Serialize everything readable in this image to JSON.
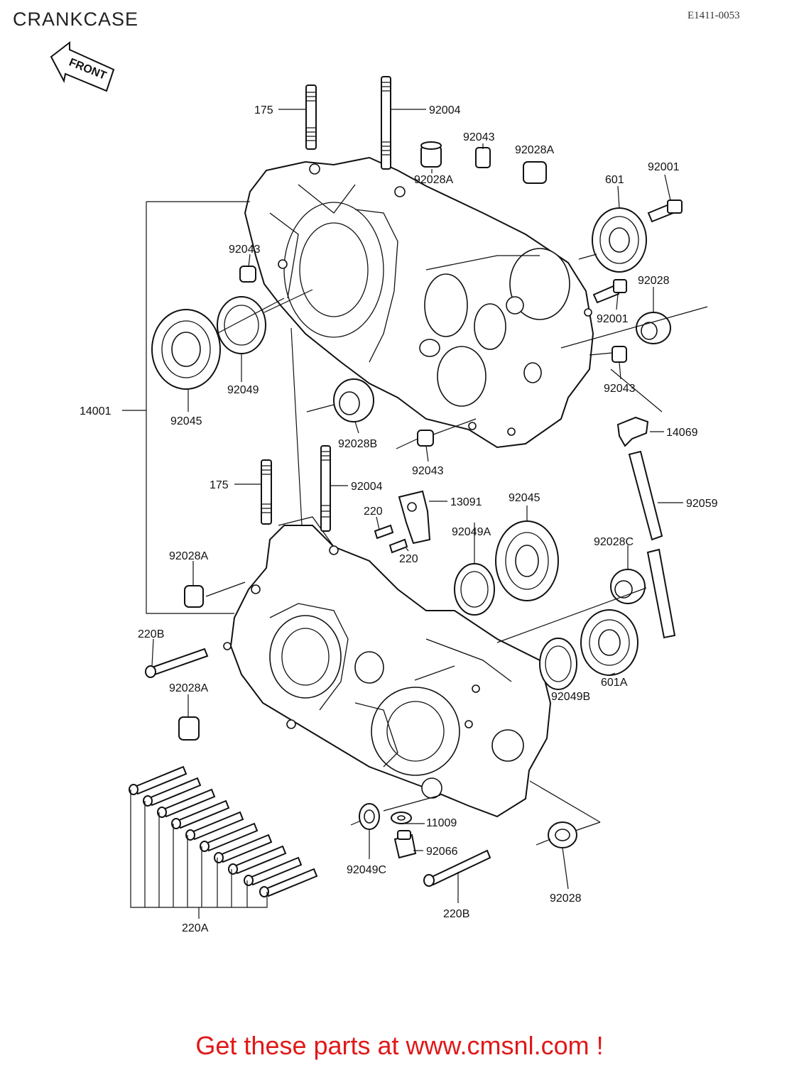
{
  "header": {
    "title": "CRANKCASE",
    "code": "E1411-0053"
  },
  "front_arrow": {
    "label": "FRONT"
  },
  "labels": {
    "l175_top": "175",
    "l92004_top": "92004",
    "l92043_top": "92043",
    "l92028A_top": "92028A",
    "l92028A_mid": "92028A",
    "l601": "601",
    "l92001_top": "92001",
    "l92043_left": "92043",
    "l92028": "92028",
    "l92001_mid": "92001",
    "l92049": "92049",
    "l92045_left": "92045",
    "l14001": "14001",
    "l92043_right": "92043",
    "l92028B": "92028B",
    "l14069": "14069",
    "l92043_low": "92043",
    "l175_low": "175",
    "l92004_low": "92004",
    "l13091": "13091",
    "l92045_right": "92045",
    "l220_a": "220",
    "l220_b": "220",
    "l92059": "92059",
    "l92049A": "92049A",
    "l92028A_low": "92028A",
    "l92028C": "92028C",
    "l220B_left": "220B",
    "l92028A_bottom": "92028A",
    "l601A": "601A",
    "l92049B": "92049B",
    "l11009": "11009",
    "l92066": "92066",
    "l92049C": "92049C",
    "l220B_bottom": "220B",
    "l92028_bottom": "92028",
    "l220A": "220A"
  },
  "footer": {
    "text": "Get these parts at www.cmsnl.com !",
    "color": "#e01818"
  }
}
